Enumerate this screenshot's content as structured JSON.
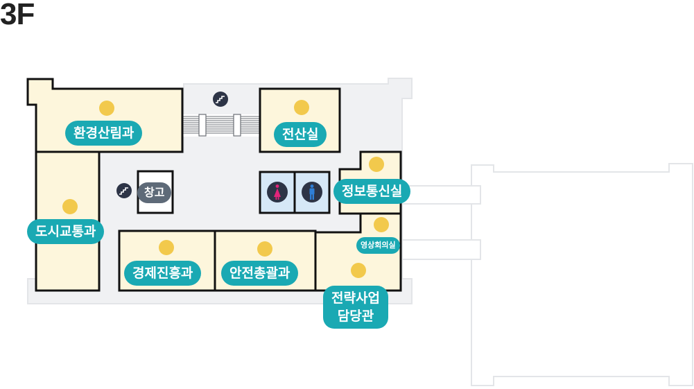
{
  "floor": {
    "title": "3F"
  },
  "colors": {
    "room_fill": "#fdf6dc",
    "room_stroke": "#111111",
    "corridor": "#f0f1f3",
    "outline": "#e3e5e8",
    "marker": "#f2c94c",
    "label_bg": "#1aa9b3",
    "storage_label_bg": "#5e6a78",
    "restroom_fill": "#d6e8f7",
    "female_icon": "#e2247a",
    "male_icon": "#2f7fd6"
  },
  "rooms": {
    "env_forest": "환경산림과",
    "it_room": "전산실",
    "urban_traffic": "도시교통과",
    "info_comm": "정보통신실",
    "video_conf": "영상회의실",
    "economy": "경제진흥과",
    "safety": "안전총괄과",
    "strategy_line1": "전략사업",
    "strategy_line2": "담당관",
    "storage": "창고"
  },
  "icons": {
    "stairs": "stairs-icon",
    "female_restroom": "female-restroom-icon",
    "male_restroom": "male-restroom-icon",
    "marker": "location-dot-icon"
  }
}
